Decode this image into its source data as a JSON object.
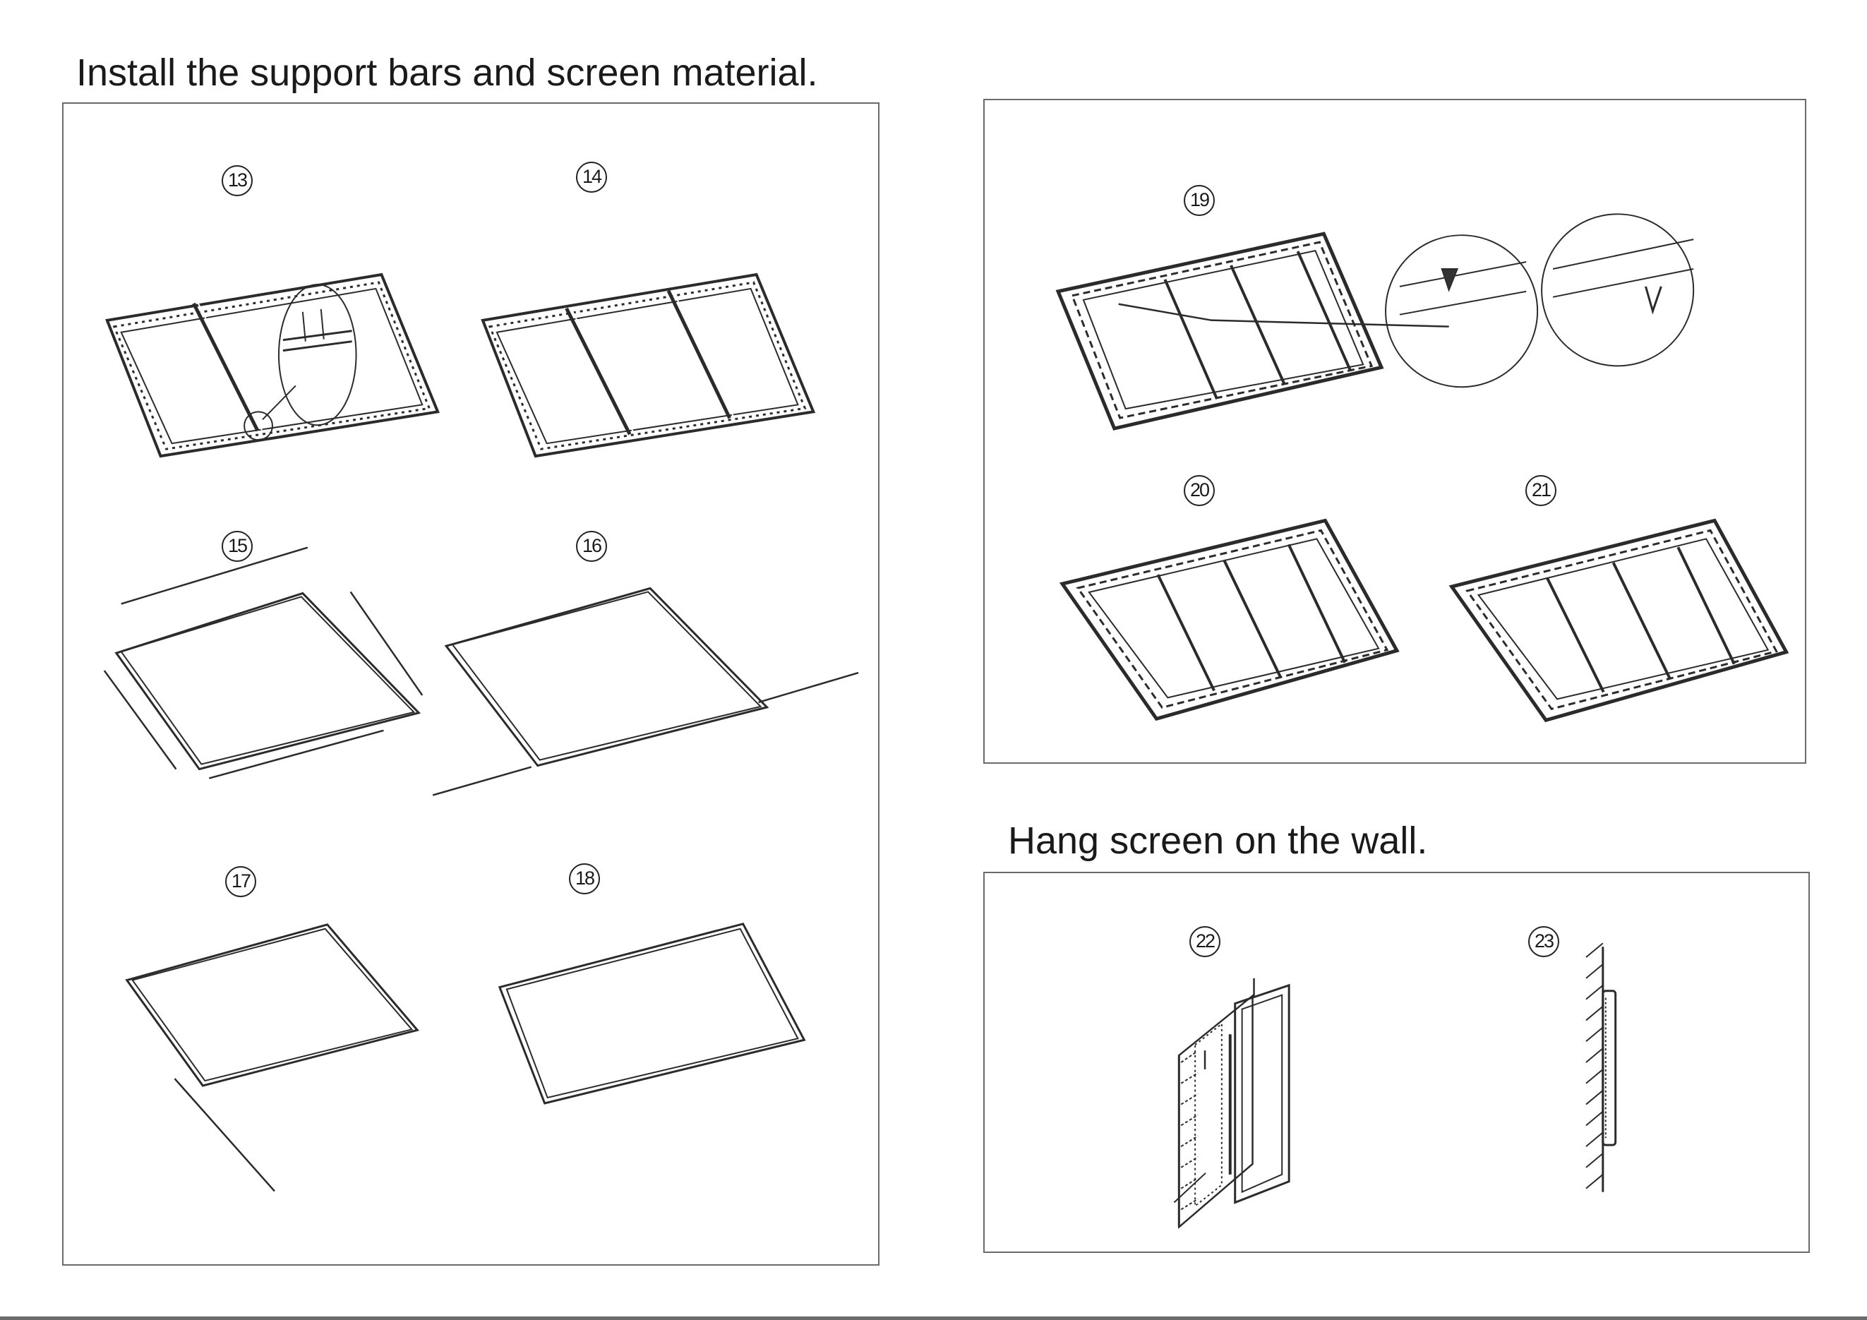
{
  "sections": {
    "support_bars": {
      "title": "Install the support bars and screen material."
    },
    "hang": {
      "title": "Hang screen on the wall."
    }
  },
  "steps": {
    "s13": "13",
    "s14": "14",
    "s15": "15",
    "s16": "16",
    "s17": "17",
    "s18": "18",
    "s19": "19",
    "s20": "20",
    "s21": "21",
    "s22": "22",
    "s23": "23"
  }
}
